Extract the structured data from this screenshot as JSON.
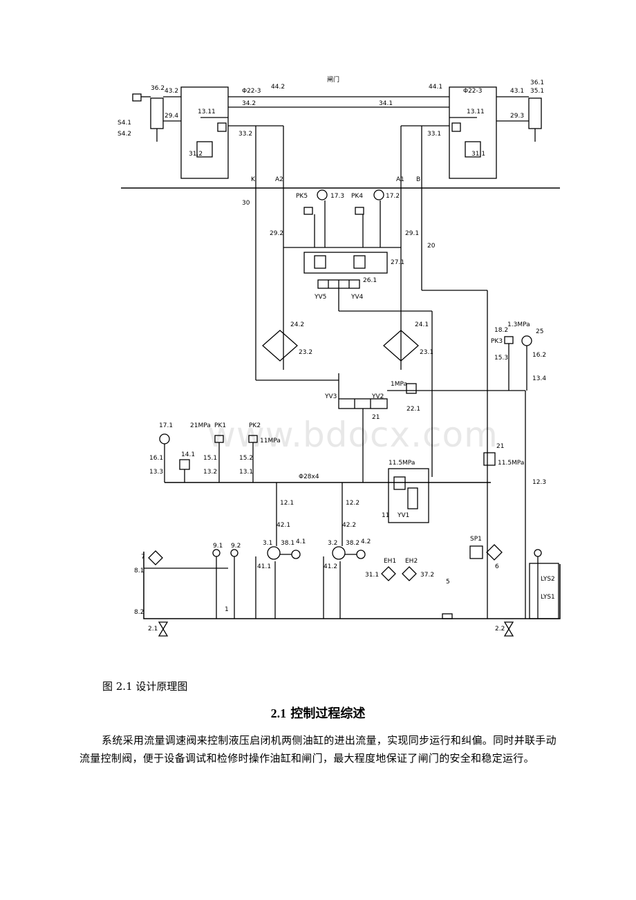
{
  "figure": {
    "caption": "图 2.1 设计原理图",
    "watermark": "www.bdocx.com",
    "labels": {
      "top_center": "闸门",
      "cyl_left_upper": "36.2",
      "cyl_right_upper": "36.1",
      "cyl_right_upper2": "35.1",
      "p432": "43.2",
      "p431": "43.1",
      "p294": "29.4",
      "p293": "29.3",
      "pipe_l": "Φ22-3",
      "pipe_r": "Φ22-3",
      "p442": "44.2",
      "p441": "44.1",
      "p342": "34.2",
      "p341": "34.1",
      "p332": "33.2",
      "p331": "33.1",
      "p1311l": "13.11",
      "p1311r": "13.11",
      "s41": "S4.1",
      "s42": "S4.2",
      "v312": "31.2",
      "v311": "31.1",
      "k": "K",
      "a2": "A2",
      "a1": "A1",
      "b": "B",
      "p30": "30",
      "p292": "29.2",
      "p291": "29.1",
      "p20": "20",
      "pk5": "PK5",
      "pk4": "PK4",
      "p173": "17.3",
      "p172": "17.2",
      "p271": "27.1",
      "p261": "26.1",
      "yv5": "YV5",
      "yv4": "YV4",
      "p242": "24.2",
      "p241": "24.1",
      "p232": "23.2",
      "p231": "23.1",
      "pk3": "PK3",
      "mpa13": "1.3MPa",
      "p25": "25",
      "p182": "18.2",
      "p162": "16.2",
      "p153": "15.3",
      "p134": "13.4",
      "yv3": "YV3",
      "yv2": "YV2",
      "p221": "22.1",
      "p21a": "21",
      "mpa1": "1MPa",
      "p171": "17.1",
      "pk1": "PK1",
      "pk2": "PK2",
      "mpa21": "21MPa",
      "mpa11": "11MPa",
      "p141": "14.1",
      "p161": "16.1",
      "p151": "15.1",
      "p152": "15.2",
      "p133": "13.3",
      "p132": "13.2",
      "p131": "13.1",
      "pipe_main": "Φ28x4",
      "mpa115": "11.5MPa",
      "p11": "11",
      "yv1": "YV1",
      "p21b": "21",
      "mpa115b": "11.5MPa",
      "p123": "12.3",
      "p121": "12.1",
      "p122": "12.2",
      "p421": "42.1",
      "p422": "42.2",
      "p31": "3.1",
      "p32": "3.2",
      "p41": "4.1",
      "p42": "4.2",
      "p381": "38.1",
      "p382": "38.2",
      "p7": "7",
      "p91": "9.1",
      "p92": "9.2",
      "p81": "8.1",
      "p82": "8.2",
      "eh1": "EH1",
      "eh2": "EH2",
      "p311": "31.1",
      "p372": "37.2",
      "p5": "5",
      "p1": "1",
      "sp1": "SP1",
      "p6": "6",
      "lys2": "LYS2",
      "lys1": "LYS1",
      "p21c": "2.1",
      "p22c": "2.2",
      "p411": "41.1",
      "p412": "41.2"
    }
  },
  "section": {
    "number": "2.1",
    "title": "控制过程综述"
  },
  "paragraph": "系统采用流量调速阀来控制液压启闭机两侧油缸的进出流量，实现同步运行和纠偏。同时并联手动流量控制阀，便于设备调试和检修时操作油缸和闸门，最大程度地保证了闸门的安全和稳定运行。"
}
